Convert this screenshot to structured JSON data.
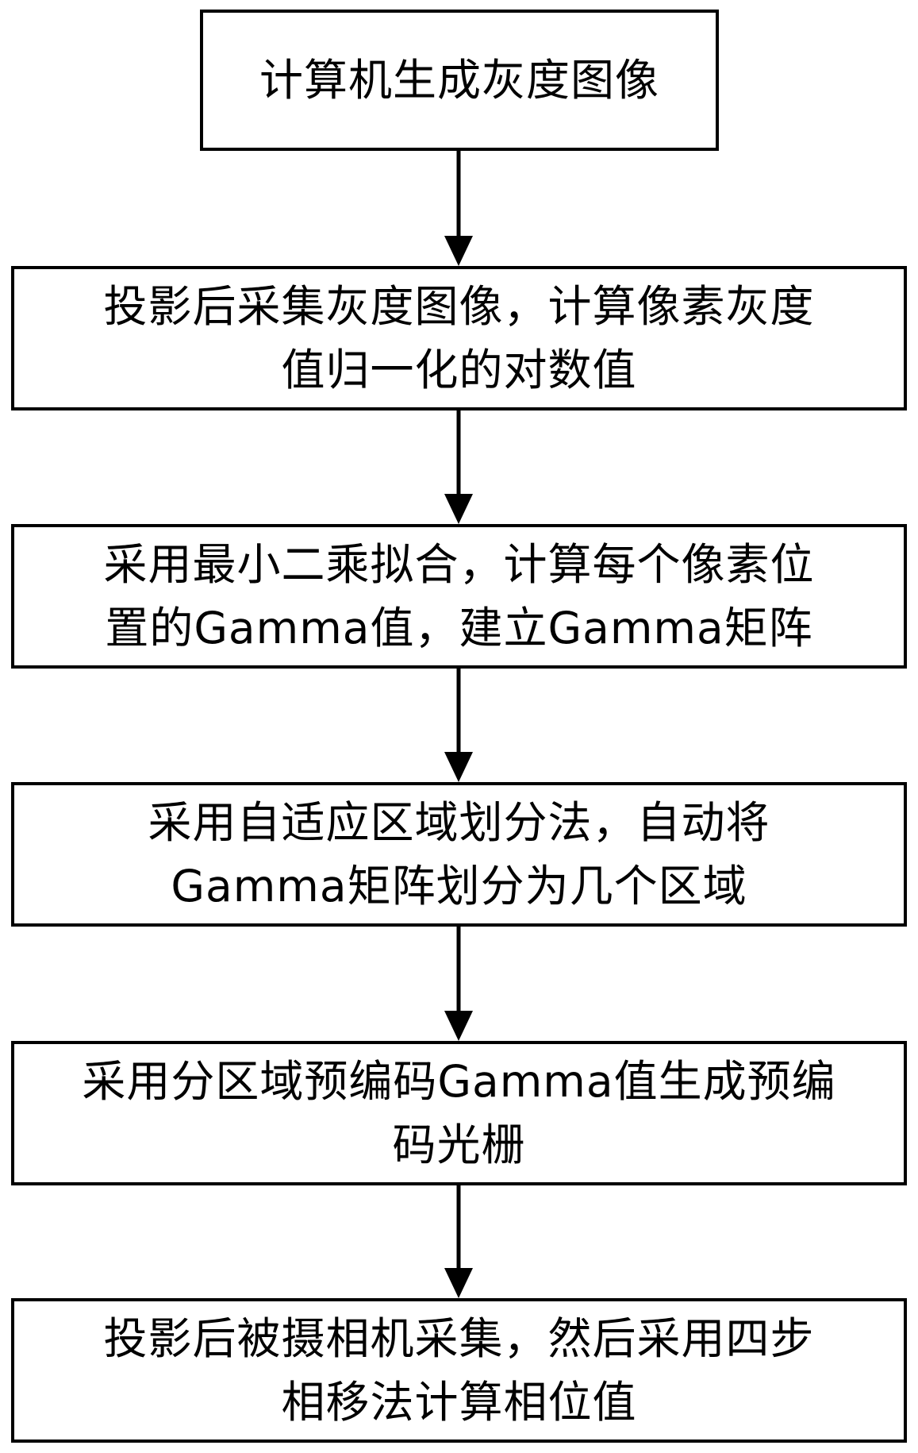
{
  "flowchart": {
    "steps": [
      {
        "lines": [
          "计算机生成灰度图像"
        ]
      },
      {
        "lines": [
          "投影后采集灰度图像，计算像素灰度",
          "值归一化的对数值"
        ]
      },
      {
        "lines": [
          "采用最小二乘拟合，计算每个像素位",
          "置的Gamma值，建立Gamma矩阵"
        ]
      },
      {
        "lines": [
          "采用自适应区域划分法，自动将",
          "Gamma矩阵划分为几个区域"
        ]
      },
      {
        "lines": [
          "采用分区域预编码Gamma值生成预编",
          "码光栅"
        ]
      },
      {
        "lines": [
          "投影后被摄相机采集，然后采用四步",
          "相移法计算相位值"
        ]
      }
    ]
  },
  "colors": {
    "stroke": "#000000",
    "background": "#ffffff",
    "text": "#000000"
  }
}
